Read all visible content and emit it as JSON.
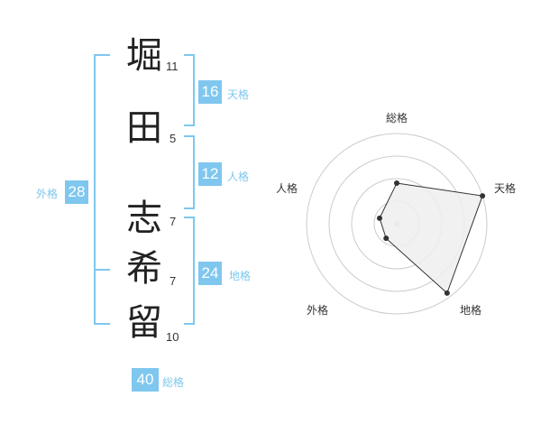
{
  "name": {
    "chars": [
      {
        "char": "堀",
        "strokes": "11"
      },
      {
        "char": "田",
        "strokes": "5"
      },
      {
        "char": "志",
        "strokes": "7"
      },
      {
        "char": "希",
        "strokes": "7"
      },
      {
        "char": "留",
        "strokes": "10"
      }
    ]
  },
  "scores": {
    "tenkaku": {
      "value": "16",
      "label": "天格"
    },
    "jinkaku": {
      "value": "12",
      "label": "人格"
    },
    "chikaku": {
      "value": "24",
      "label": "地格"
    },
    "gaikaku": {
      "value": "28",
      "label": "外格"
    },
    "soukaku": {
      "value": "40",
      "label": "総格"
    }
  },
  "colors": {
    "accent": "#7fc7ef",
    "radar_fill": "#eeeeee",
    "radar_ring": "#cccccc",
    "point": "#333333"
  },
  "chart_data": {
    "type": "radar",
    "axes": [
      "総格",
      "天格",
      "地格",
      "外格",
      "人格"
    ],
    "values": [
      0.45,
      1.0,
      0.95,
      0.2,
      0.2
    ],
    "rings": 4,
    "max": 1.0
  }
}
